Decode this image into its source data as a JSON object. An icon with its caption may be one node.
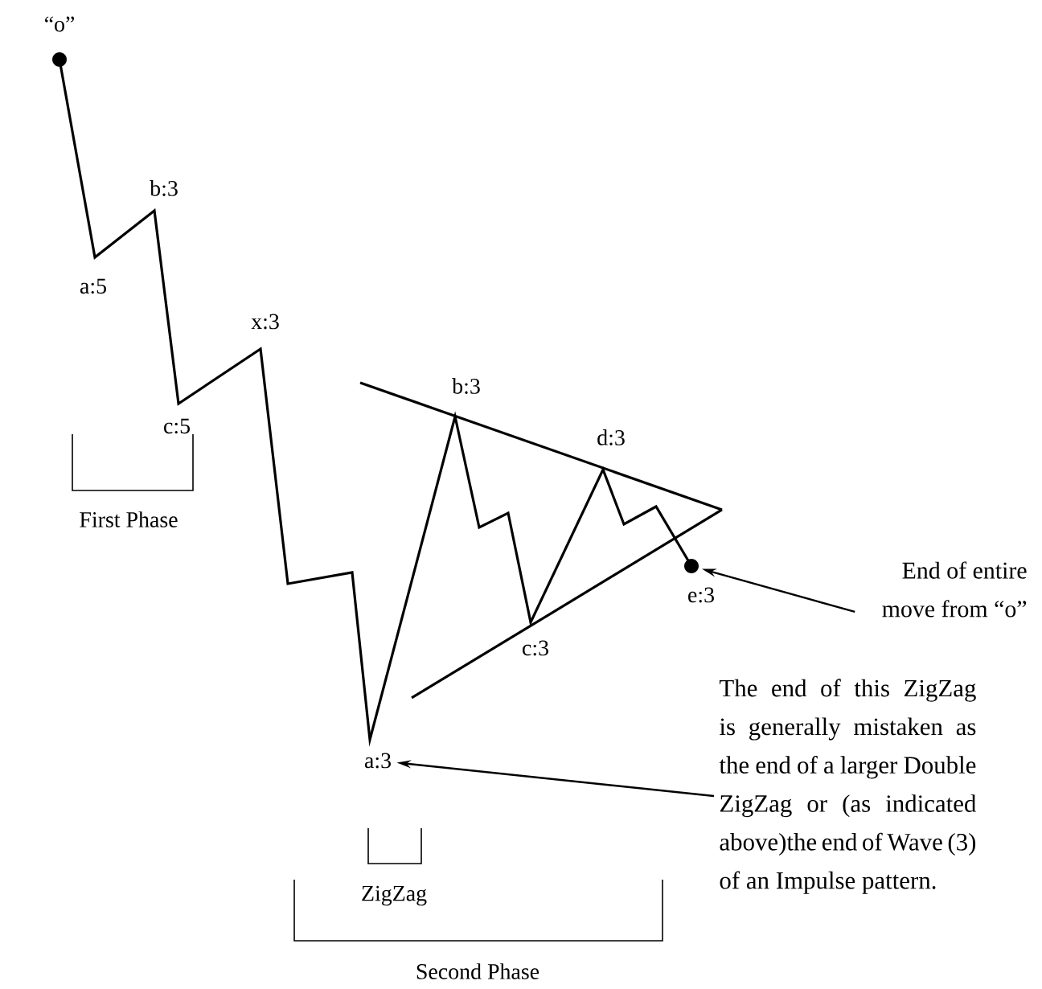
{
  "diagram": {
    "nodes": [
      {
        "text": [
          "End of entire move from “o”"
        ]
      },
      {
        "text": [],
        "shape": "circle",
        "beside": [
          "e:3"
        ]
      },
      {
        "text": [
          "The end of this ZigZag is generally mistaken as the end of a larger Double ZigZag or (as indicated above)the end of Wave (3) of an Impulse pattern."
        ]
      },
      {
        "text": [
          "a:3"
        ]
      }
    ],
    "edges": [
      {
        "from": 0,
        "to": 1,
        "arrow": "to"
      },
      {
        "from": 2,
        "to": 3,
        "arrow": "to"
      }
    ],
    "labels": [
      "“o”",
      "b:3",
      "a:5",
      "x:3",
      "c:5",
      "b:3",
      "d:3",
      "c:3",
      "First Phase",
      "ZigZag",
      "Second Phase"
    ]
  }
}
